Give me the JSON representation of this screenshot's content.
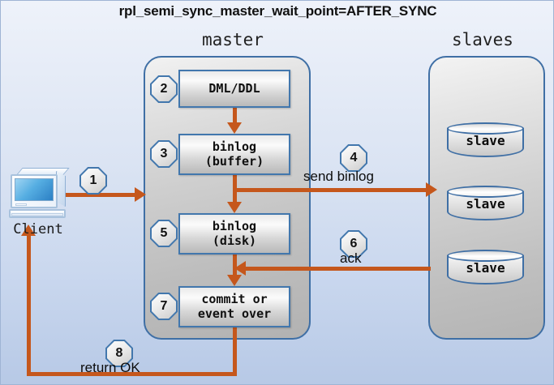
{
  "title": "rpl_semi_sync_master_wait_point=AFTER_SYNC",
  "headers": {
    "master": "master",
    "slaves": "slaves"
  },
  "client": {
    "label": "Client",
    "icon": "computer-icon"
  },
  "master_boxes": [
    {
      "id": "dml",
      "step": "2",
      "label": "DML/DDL"
    },
    {
      "id": "buffer",
      "step": "3",
      "label": "binlog\n(buffer)"
    },
    {
      "id": "disk",
      "step": "5",
      "label": "binlog\n(disk)"
    },
    {
      "id": "commit",
      "step": "7",
      "label": "commit or\nevent over"
    }
  ],
  "slaves": [
    {
      "label": "slave"
    },
    {
      "label": "slave"
    },
    {
      "label": "slave"
    }
  ],
  "flows": [
    {
      "step": "1",
      "label": ""
    },
    {
      "step": "4",
      "label": "send binlog"
    },
    {
      "step": "6",
      "label": "ack"
    },
    {
      "step": "8",
      "label": "return OK"
    }
  ],
  "steps": {
    "s1": "1",
    "s2": "2",
    "s3": "3",
    "s4": "4",
    "s5": "5",
    "s6": "6",
    "s7": "7",
    "s8": "8"
  },
  "labels": {
    "send_binlog": "send binlog",
    "ack": "ack",
    "return_ok": "return OK"
  },
  "colors": {
    "arrow": "#c5571c",
    "border_blue": "#4277ad",
    "background_top": "#eef2fa",
    "background_bottom": "#b7c9e6"
  }
}
